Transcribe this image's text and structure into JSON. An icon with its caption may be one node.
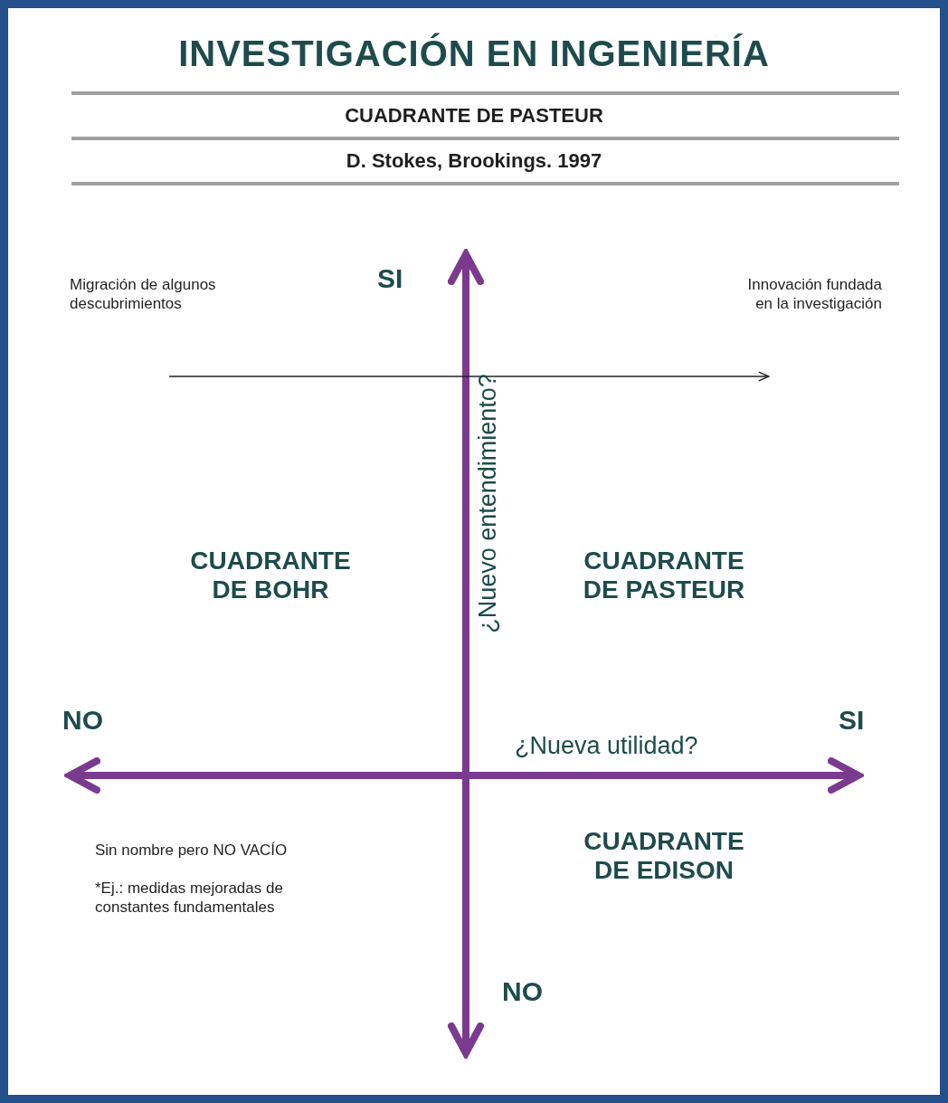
{
  "diagram": {
    "title": "INVESTIGACIÓN EN INGENIERÍA",
    "nodes": [
      {
        "text": [
          "Migración de algunos descubrimientos"
        ]
      },
      {
        "text": [
          "Innovación fundada en la investigación"
        ]
      }
    ],
    "edges": [
      {
        "from": 0,
        "to": 1,
        "arrow": "to"
      }
    ],
    "labels": [
      "CUADRANTE DE PASTEUR",
      "D. Stokes, Brookings. 1997",
      "SI",
      "¿Nuevo entendimiento?",
      "CUADRANTE DE BOHR",
      "CUADRANTE DE PASTEUR",
      "NO",
      "SI",
      "¿Nueva utilidad?",
      "Sin nombre pero NO VACÍO",
      "*Ej.: medidas mejoradas de constantes fundamentales",
      "CUADRANTE DE EDISON",
      "NO"
    ]
  }
}
